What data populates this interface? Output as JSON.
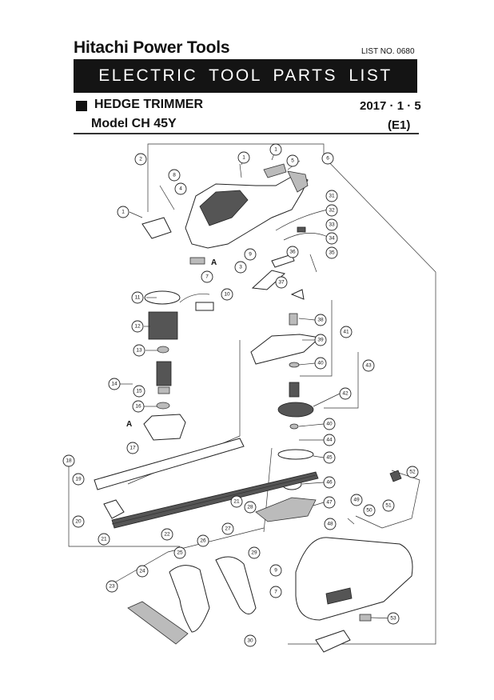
{
  "header": {
    "brand": "Hitachi Power Tools",
    "list_no": "LIST NO. 0680",
    "banner": "ELECTRIC TOOL PARTS LIST",
    "product": "HEDGE TRIMMER",
    "date": "2017 · 1 · 5",
    "model": "Model CH 45Y",
    "region": "(E1)"
  },
  "diagram": {
    "ref_marker": "A",
    "callouts": [
      "1",
      "1",
      "1",
      "2",
      "3",
      "4",
      "5",
      "6",
      "7",
      "8",
      "9",
      "10",
      "11",
      "12",
      "13",
      "14",
      "15",
      "16",
      "17",
      "18",
      "19",
      "20",
      "21",
      "21",
      "22",
      "23",
      "24",
      "25",
      "26",
      "27",
      "28",
      "29",
      "30",
      "31",
      "32",
      "33",
      "34",
      "35",
      "36",
      "37",
      "38",
      "39",
      "40",
      "40",
      "41",
      "42",
      "43",
      "44",
      "45",
      "46",
      "47",
      "48",
      "49",
      "50",
      "51",
      "52",
      "53",
      "9",
      "7"
    ]
  }
}
